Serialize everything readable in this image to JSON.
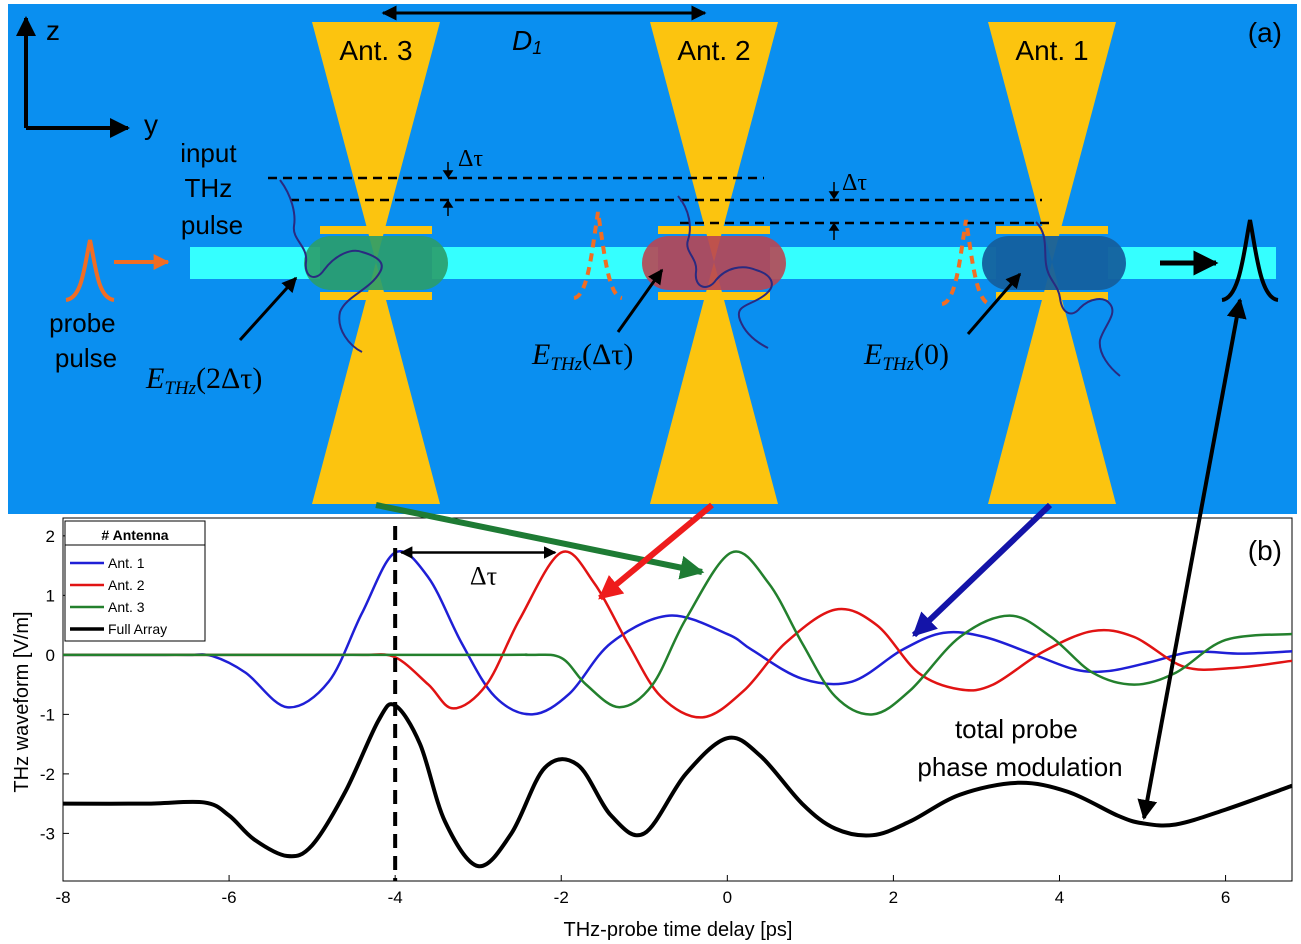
{
  "panel_a": {
    "panel_label": "(a)",
    "axis_z": "z",
    "axis_y": "y",
    "d1": "D",
    "d1_sub": "1",
    "antennas": [
      "Ant. 3",
      "Ant. 2",
      "Ant. 1"
    ],
    "input_label": [
      "input",
      "THz",
      "pulse"
    ],
    "probe_label": [
      "probe",
      "pulse"
    ],
    "delta_tau": "Δτ",
    "field_labels": [
      {
        "E": "E",
        "sub": "THz",
        "arg": "(2Δτ)"
      },
      {
        "E": "E",
        "sub": "THz",
        "arg": "(Δτ)"
      },
      {
        "E": "E",
        "sub": "THz",
        "arg": "(0)"
      }
    ],
    "colors": {
      "background": "#0a8ff0",
      "antenna": "#fcc40f",
      "waveguide": "#35ffff",
      "probe": "#f26d23"
    }
  },
  "chart_data": {
    "type": "line",
    "panel_label": "(b)",
    "xlabel": "THz-probe time delay [ps]",
    "ylabel": "THz waveform [V/m]",
    "xlim": [
      -8,
      6.8
    ],
    "ylim": [
      -3.8,
      2.3
    ],
    "xticks": [
      -8,
      -6,
      -4,
      -2,
      0,
      2,
      4,
      6
    ],
    "yticks": [
      2,
      1,
      0,
      -1,
      -2,
      -3
    ],
    "legend": {
      "title": "# Antenna",
      "placement": "top-left"
    },
    "marker_x": -4,
    "delta_tau_label": "Δτ",
    "annotation": [
      "total probe",
      "phase modulation"
    ],
    "series": [
      {
        "name": "Ant. 1",
        "color": "#1f1fd6",
        "x": [
          -8,
          -7,
          -6.5,
          -6.2,
          -5.8,
          -5.3,
          -4.8,
          -4.4,
          -4.0,
          -3.6,
          -3.2,
          -2.8,
          -2.35,
          -1.9,
          -1.4,
          -0.7,
          0,
          0.3,
          0.9,
          1.5,
          2.1,
          2.6,
          3.1,
          3.7,
          4.2,
          4.6,
          5.1,
          5.6,
          6.2,
          6.8
        ],
        "y": [
          0,
          0,
          0,
          -0.02,
          -0.3,
          -0.88,
          -0.45,
          0.7,
          1.72,
          1.3,
          0.2,
          -0.7,
          -1.0,
          -0.65,
          0.2,
          0.66,
          0.35,
          0.08,
          -0.4,
          -0.45,
          0.08,
          0.37,
          0.3,
          0.0,
          -0.25,
          -0.27,
          -0.12,
          0.05,
          0.02,
          0.06
        ]
      },
      {
        "name": "Ant. 2",
        "color": "#e11313",
        "x": [
          -8,
          -5,
          -4.4,
          -4.0,
          -3.6,
          -3.3,
          -2.9,
          -2.5,
          -2.0,
          -1.6,
          -1.2,
          -0.8,
          -0.3,
          0.2,
          0.7,
          1.3,
          1.8,
          2.3,
          2.8,
          3.2,
          3.8,
          4.4,
          4.9,
          5.5,
          6.1,
          6.8
        ],
        "y": [
          0,
          0,
          0,
          -0.04,
          -0.5,
          -0.9,
          -0.5,
          0.6,
          1.72,
          1.2,
          0.2,
          -0.7,
          -1.05,
          -0.6,
          0.2,
          0.76,
          0.5,
          -0.3,
          -0.58,
          -0.5,
          0.05,
          0.4,
          0.3,
          -0.2,
          -0.22,
          -0.1
        ]
      },
      {
        "name": "Ant. 3",
        "color": "#23802d",
        "x": [
          -8,
          -3,
          -2.4,
          -2.0,
          -1.7,
          -1.3,
          -0.9,
          -0.5,
          0.05,
          0.5,
          0.9,
          1.3,
          1.75,
          2.2,
          2.8,
          3.4,
          3.9,
          4.4,
          4.9,
          5.4,
          6.0,
          6.8
        ],
        "y": [
          0,
          0,
          0,
          -0.05,
          -0.5,
          -0.88,
          -0.5,
          0.6,
          1.72,
          1.2,
          0.2,
          -0.7,
          -1.0,
          -0.6,
          0.3,
          0.66,
          0.3,
          -0.3,
          -0.5,
          -0.3,
          0.25,
          0.35
        ]
      },
      {
        "name": "Full Array",
        "color": "#000000",
        "x": [
          -8,
          -7,
          -6.3,
          -6.0,
          -5.7,
          -5.3,
          -5.0,
          -4.6,
          -4.2,
          -4.0,
          -3.7,
          -3.4,
          -3.0,
          -2.6,
          -2.2,
          -1.8,
          -1.4,
          -1.0,
          -0.5,
          0.0,
          0.4,
          0.9,
          1.3,
          1.75,
          2.2,
          2.8,
          3.5,
          4.1,
          4.7,
          5.0,
          5.4,
          6.0,
          6.8
        ],
        "y": [
          -2.5,
          -2.5,
          -2.48,
          -2.7,
          -3.1,
          -3.38,
          -3.2,
          -2.3,
          -1.1,
          -0.85,
          -1.5,
          -2.8,
          -3.55,
          -3.0,
          -1.9,
          -1.85,
          -2.7,
          -3.0,
          -2.0,
          -1.4,
          -1.7,
          -2.5,
          -2.92,
          -3.03,
          -2.8,
          -2.35,
          -2.15,
          -2.3,
          -2.7,
          -2.83,
          -2.85,
          -2.6,
          -2.2
        ]
      }
    ]
  }
}
